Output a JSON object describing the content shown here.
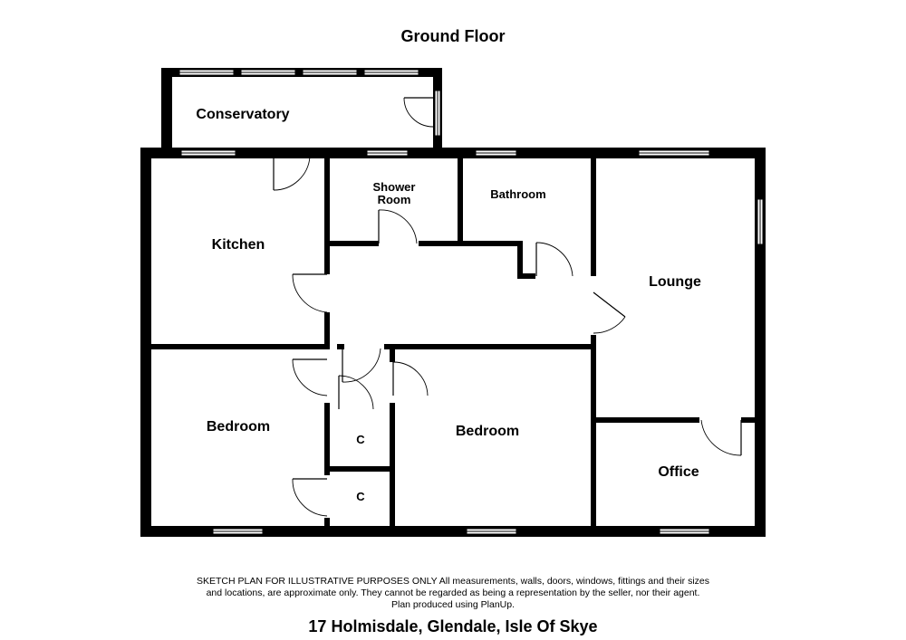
{
  "plan": {
    "title": "Ground Floor",
    "rooms": {
      "conservatory": "Conservatory",
      "kitchen": "Kitchen",
      "shower_room_line1": "Shower",
      "shower_room_line2": "Room",
      "bathroom": "Bathroom",
      "lounge": "Lounge",
      "bedroom_left": "Bedroom",
      "bedroom_right": "Bedroom",
      "cupboard_upper": "C",
      "cupboard_lower": "C",
      "office": "Office"
    },
    "disclaimer": {
      "line1": "SKETCH PLAN FOR ILLUSTRATIVE PURPOSES ONLY All measurements, walls, doors, windows, fittings and their sizes",
      "line2": "and locations, are approximate only. They cannot be regarded as being a representation by the seller, nor their agent.",
      "line3": "Plan produced using PlanUp."
    },
    "address": "17 Holmisdale, Glendale, Isle Of Skye"
  },
  "colors": {
    "wall": "#000000",
    "background": "#ffffff"
  }
}
